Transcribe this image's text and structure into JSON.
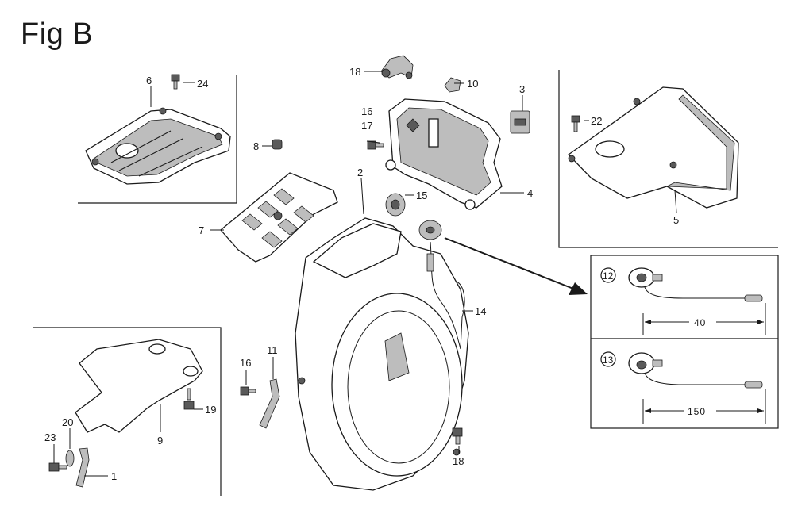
{
  "figure": {
    "title": "Fig B"
  },
  "callouts": {
    "c1": "1",
    "c2": "2",
    "c3": "3",
    "c4": "4",
    "c5": "5",
    "c6": "6",
    "c7": "7",
    "c8": "8",
    "c9": "9",
    "c10": "10",
    "c11": "11",
    "c14": "14",
    "c15": "15",
    "c16a": "16",
    "c16b": "16",
    "c17": "17",
    "c18a": "18",
    "c18b": "18",
    "c19": "19",
    "c20": "20",
    "c22": "22",
    "c23": "23",
    "c24": "24"
  },
  "insets": {
    "option12": {
      "number": "12",
      "dimension": "40"
    },
    "option13": {
      "number": "13",
      "dimension": "150"
    }
  }
}
